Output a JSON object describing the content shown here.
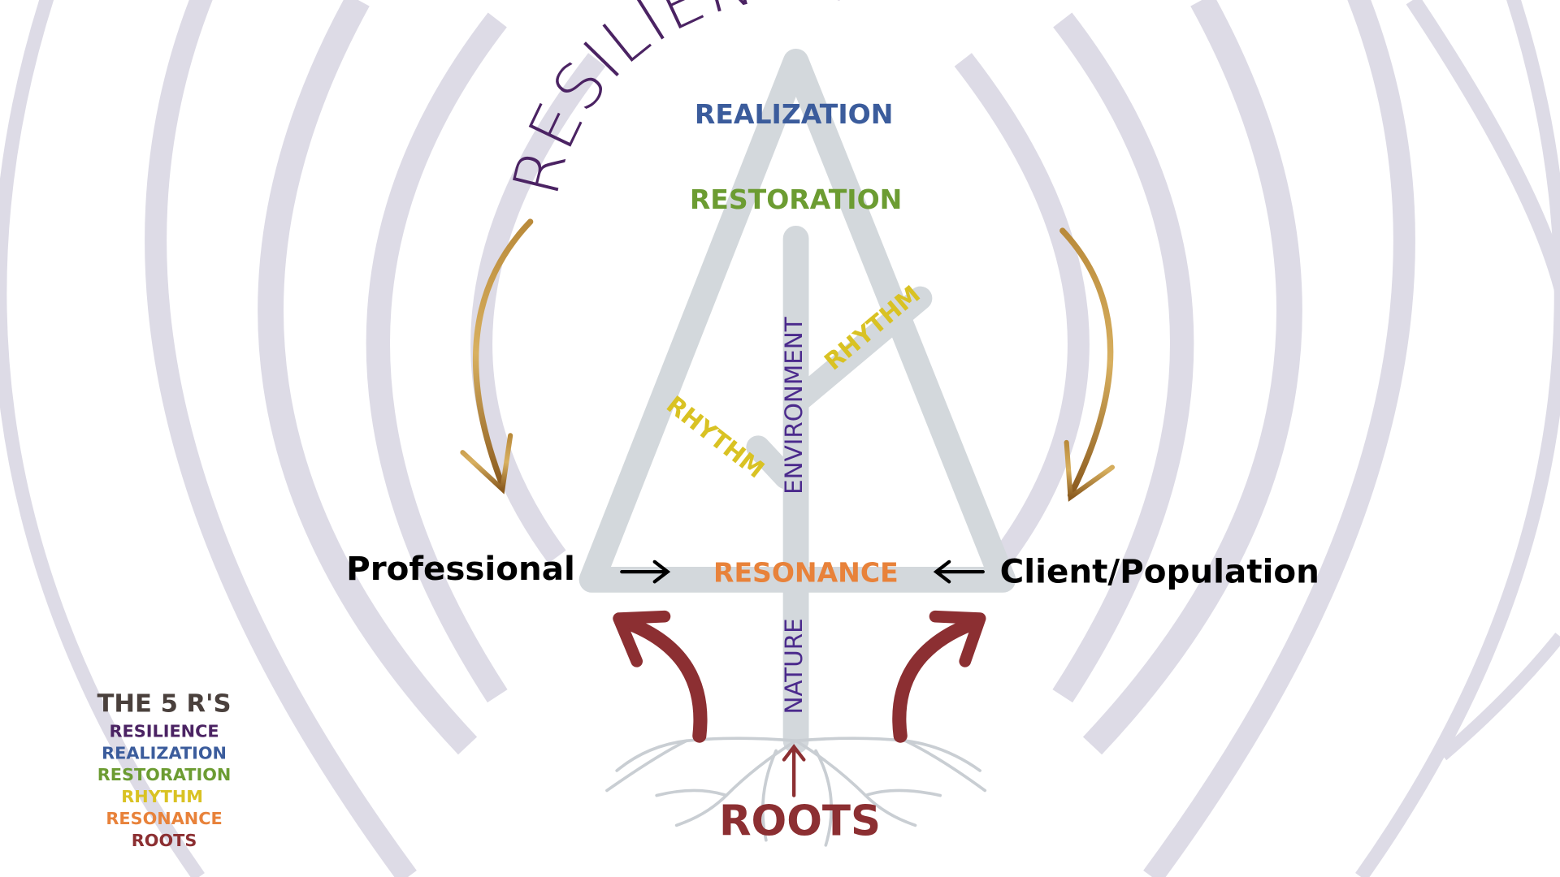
{
  "title": "RESILIENCE",
  "labels": {
    "realization": "REALIZATION",
    "restoration": "RESTORATION",
    "environment": "ENVIRONMENT",
    "rhythm_right": "RHYTHM",
    "rhythm_left": "RHYTHM",
    "professional": "Professional",
    "resonance": "RESONANCE",
    "client": "Client/Population",
    "nature": "NATURE",
    "roots": "ROOTS"
  },
  "legend": {
    "heading": "THE 5 R'S",
    "items": [
      "RESILIENCE",
      "REALIZATION",
      "RESTORATION",
      "RHYTHM",
      "RESONANCE",
      "ROOTS"
    ]
  },
  "colors": {
    "resilience": "#4b2363",
    "realization": "#3b5c9c",
    "restoration": "#6c9c32",
    "rhythm": "#d9c223",
    "resonance": "#e8823a",
    "roots": "#8c2f32",
    "structure": "#d3d8dc",
    "rings": "#dddbe6",
    "gold": "#9a6a24"
  }
}
